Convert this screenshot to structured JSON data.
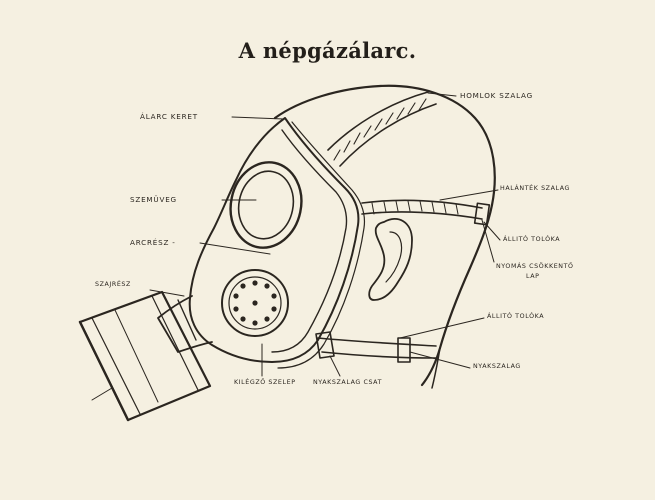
{
  "diagram": {
    "title": "A népgázálarc.",
    "labels": {
      "alarc_keret": "ÁLARC KERET",
      "szemuveg": "SZEMÜVEG",
      "arcresz": "ARCRÉSZ -",
      "szajresz": "SZAJRÉSZ",
      "homlok_szalag": "HOMLOK SZALAG",
      "halanteki_szalag": "HALÁNTÉK SZALAG",
      "allito_tolóka_1": "ÁLLITÓ TOLÓKA",
      "nyomas_csokkento": "NYOMÁS CSÖKKENTŐ",
      "nyomas_csokkento_2": "LAP",
      "allito_tolóka_2": "ÁLLITÓ TOLÓKA",
      "nyakszalag": "NYAKSZALAG",
      "nyakszalag_csat": "NYAKSZALAG CSAT",
      "kilegzo_szelep": "KILÉGZŐ SZELEP"
    },
    "colors": {
      "paper": "#f5f0e1",
      "ink": "#2b2620"
    }
  }
}
